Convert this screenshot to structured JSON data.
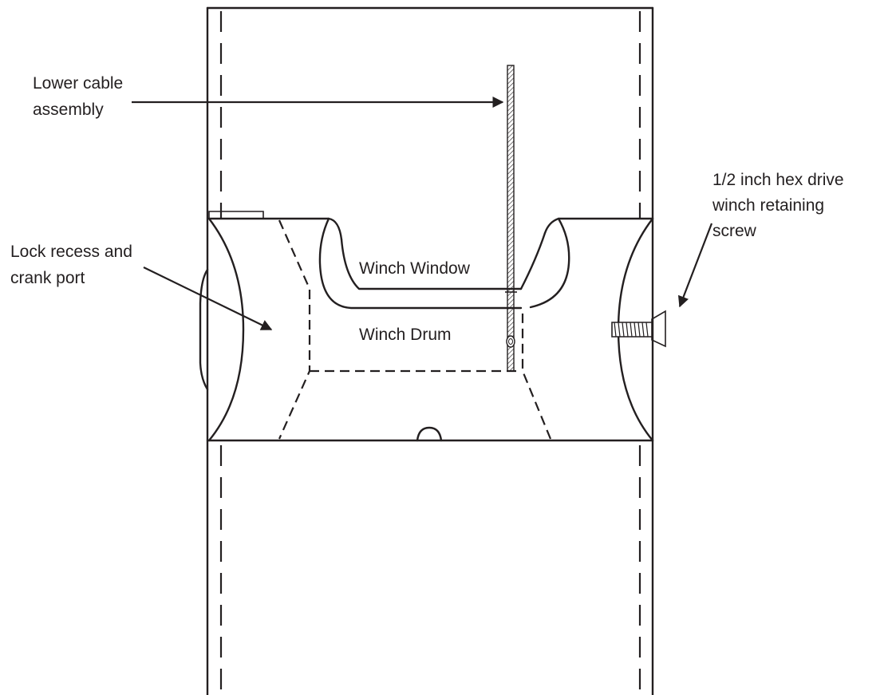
{
  "labels": {
    "lower_cable": [
      "Lower cable",
      "assembly"
    ],
    "lock_recess": [
      "Lock recess and",
      "crank port"
    ],
    "winch_window": "Winch Window",
    "winch_drum": "Winch Drum",
    "hex_drive": [
      "1/2 inch hex drive",
      "winch retaining",
      "screw"
    ]
  },
  "colors": {
    "line": "#231f20",
    "background": "#ffffff"
  }
}
